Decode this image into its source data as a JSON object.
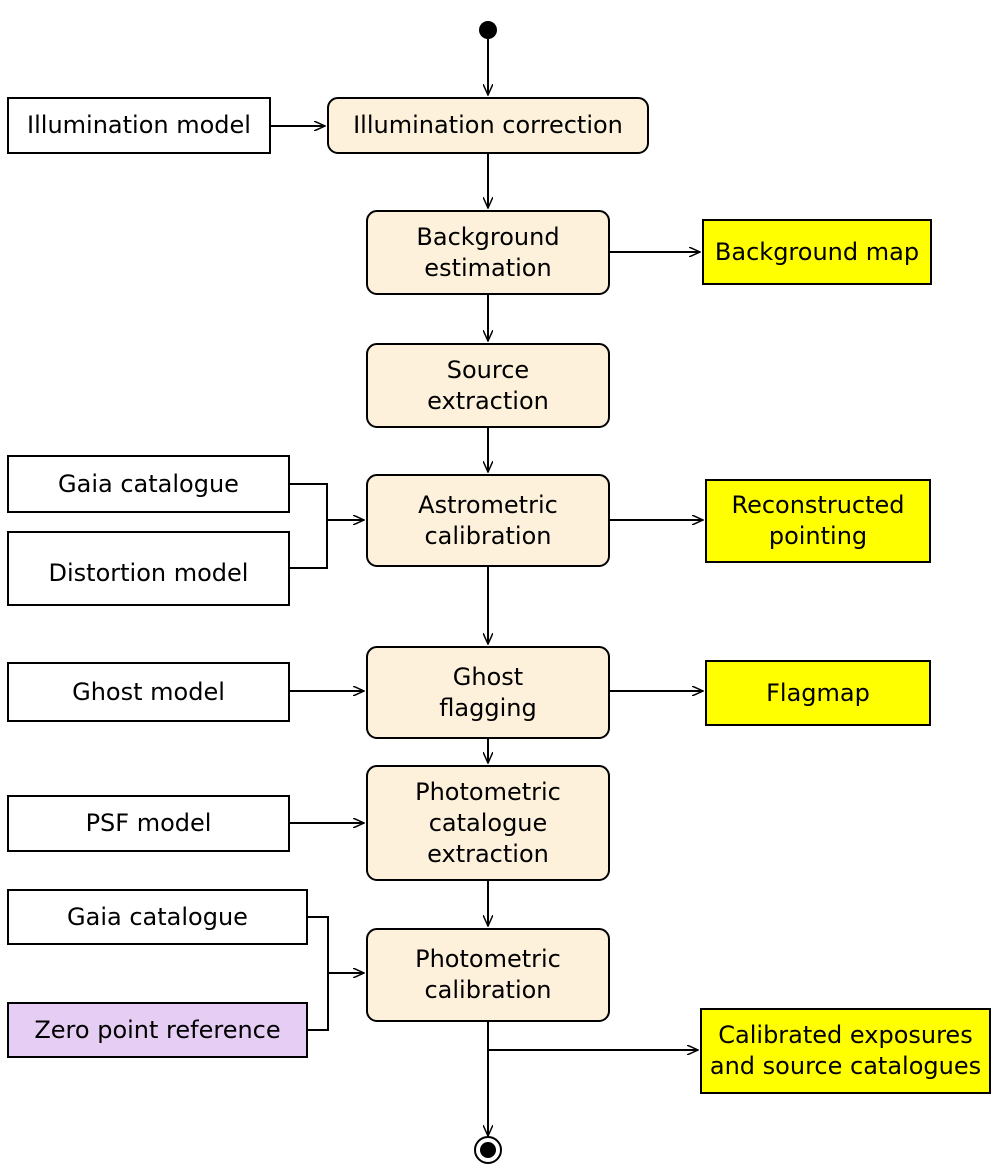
{
  "inputs": {
    "illumination_model": "Illumination model",
    "gaia_catalogue_astro": "Gaia catalogue",
    "distortion_model": "Distortion model",
    "ghost_model": "Ghost model",
    "psf_model": "PSF model",
    "gaia_catalogue_photo": "Gaia catalogue",
    "zero_point_reference": "Zero point reference"
  },
  "steps": {
    "illumination_correction": "Illumination correction",
    "background_estimation": "Background\nestimation",
    "source_extraction": "Source\nextraction",
    "astrometric_calibration": "Astrometric\ncalibration",
    "ghost_flagging": "Ghost\nflagging",
    "photometric_catalogue_extraction": "Photometric\ncatalogue\nextraction",
    "photometric_calibration": "Photometric\ncalibration"
  },
  "outputs": {
    "background_map": "Background map",
    "reconstructed_pointing": "Reconstructed\npointing",
    "flagmap": "Flagmap",
    "calibrated_exposures": "Calibrated exposures\nand source catalogues"
  },
  "colors": {
    "step_fill": "#fdf1dc",
    "output_fill": "#ffff00",
    "zero_point_fill": "#e6cdf4",
    "input_fill": "#ffffff"
  }
}
